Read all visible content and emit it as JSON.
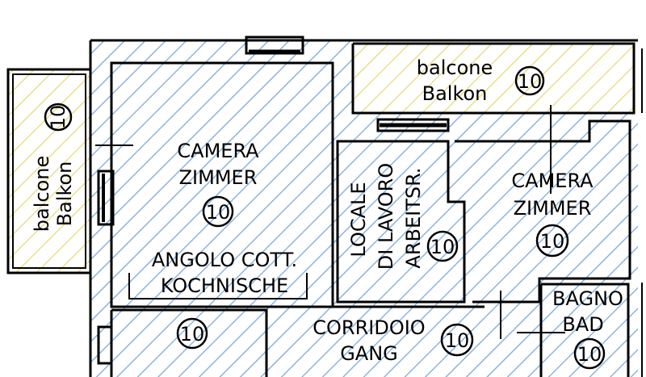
{
  "colors": {
    "hatch_main": "#8fb3dd",
    "hatch_balcony": "#e8e08a",
    "walls": "#000000"
  },
  "rooms": [
    {
      "id": "balcony-left",
      "line1": "balcone",
      "line2": "Balkon",
      "num": "10"
    },
    {
      "id": "balcony-top",
      "line1": "balcone",
      "line2": "Balkon",
      "num": "10"
    },
    {
      "id": "camera-1",
      "line1": "CAMERA",
      "line2": "ZIMMER",
      "num": "10"
    },
    {
      "id": "kitchen",
      "line1": "ANGOLO COTT.",
      "line2": "KOCHNISCHE"
    },
    {
      "id": "locale",
      "line1": "LOCALE",
      "line2": "DI LAVORO",
      "line3": "ARBEITSR.",
      "num": "10"
    },
    {
      "id": "camera-2",
      "line1": "CAMERA",
      "line2": "ZIMMER",
      "num": "10"
    },
    {
      "id": "bagno",
      "line1": "BAGNO",
      "line2": "BAD",
      "num": "10"
    },
    {
      "id": "corridoio",
      "line1": "CORRIDOIO",
      "line2": "GANG",
      "num": "10"
    },
    {
      "id": "room-bottom-left",
      "num": "10"
    }
  ]
}
